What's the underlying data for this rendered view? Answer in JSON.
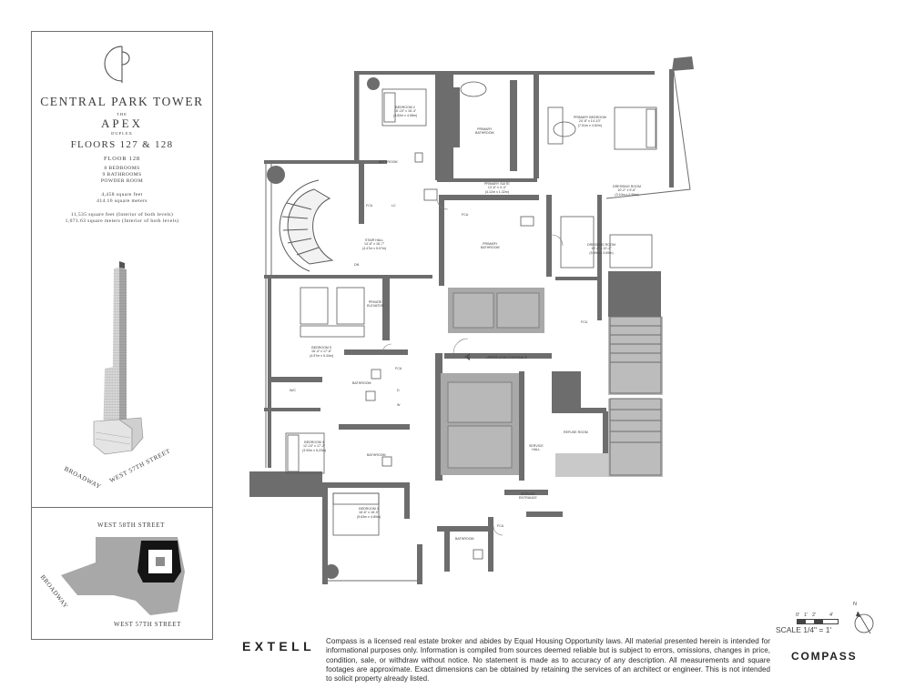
{
  "brand": {
    "monogram": "CP",
    "title": "CENTRAL PARK TOWER",
    "the": "THE",
    "apex": "APEX",
    "duplex": "DUPLEX",
    "floors": "FLOORS 127 & 128",
    "floor": "FLOOR 128",
    "bedrooms": "8 BEDROOMS",
    "bathrooms": "9 BATHROOMS",
    "powder": "POWDER ROOM",
    "sqft": "4,458 square feet",
    "sqm": "414.16 square meters",
    "total_sqft": "11,535 square feet (Interior of both levels)",
    "total_sqm": "1,071.63 square meters (Interior of both levels)"
  },
  "tower_streets": {
    "broadway": "BROADWAY",
    "west57": "WEST 57TH STREET"
  },
  "site_plan": {
    "north": "WEST 58TH STREET",
    "south": "WEST 57TH STREET",
    "west": "BROADWAY"
  },
  "rooms": {
    "bedroom2": [
      "BEDROOM 2",
      "15'-10\" x 16'-4\"",
      "(4.82m x 4.98m)"
    ],
    "primary_bedroom": [
      "PRIMARY BEDROOM",
      "24'-8\" x 14'-10\"",
      "(7.51m x 4.52m)"
    ],
    "primary_bathroom_top": [
      "PRIMARY",
      "BATHROOM"
    ],
    "bathroom_top": [
      "BATHROOM"
    ],
    "primary_suite": [
      "PRIMARY SUITE",
      "13'-6\" x 4'-4\"",
      "(4.12m x 1.32m)"
    ],
    "dressing_room_top": [
      "DRESSING ROOM",
      "10'-2\" x 9'-6\"",
      "(3.10m x 2.90m)"
    ],
    "stair_hall": [
      "STAIR HALL",
      "14'-8\" x 16'-7\"",
      "(4.47m x 5.07m)"
    ],
    "primary_bathroom_mid": [
      "PRIMARY",
      "BATHROOM"
    ],
    "dressing_room_mid": [
      "DRESSING ROOM",
      "19'-4\" x 12'-2\"",
      "(5.89m x 3.69m)"
    ],
    "private_elevator": [
      "PRIVATE",
      "ELEVATOR"
    ],
    "bedroom5": [
      "BEDROOM 5",
      "16'-4\" x 17'-6\"",
      "(4.97m x 5.34m)"
    ],
    "upper_entrance": [
      "UPPER LEVEL ENTRANCE"
    ],
    "bathroom_mid": [
      "BATHROOM"
    ],
    "wic": [
      "W/C"
    ],
    "refuse": [
      "REFUSE ROOM"
    ],
    "bedroom4": [
      "BEDROOM 4",
      "12'-10\" x 17'-2\"",
      "(3.92m x 5.23m)"
    ],
    "bathroom_b4": [
      "BATHROOM"
    ],
    "service_hall": [
      "SERVICE",
      "HALL"
    ],
    "service_entrance": [
      "SERVICE",
      "ENTRANCE"
    ],
    "bedroom3": [
      "BEDROOM 3",
      "18'-6\" x 16'-0\"",
      "(5.63m x 4.89m)"
    ],
    "bathroom_b3": [
      "BATHROOM"
    ],
    "fcu": "FCU",
    "lc": "LC",
    "d": "D",
    "w": "W",
    "dn": "DN"
  },
  "scale": {
    "ticks": [
      "0'",
      "1'",
      "2'",
      "4'"
    ],
    "label": "SCALE 1/4\" = 1'",
    "north": "N"
  },
  "footer": {
    "developer": "EXTELL",
    "broker": "COMPASS",
    "disclaimer": "Compass is a licensed real estate broker and abides by Equal Housing Opportunity laws. All material presented herein is intended for informational purposes only. Information is compiled from sources deemed reliable but is subject to errors, omissions, changes in price, condition, sale, or withdraw without notice. No statement is made as to accuracy of any description. All measurements and square footages are approximate. Exact dimensions can be obtained by retaining the services of an architect or engineer. This is not intended to solicit property already listed."
  },
  "colors": {
    "wall": "#6d6d6d",
    "core": "#a9a9a9",
    "corePale": "#c9c9c9",
    "line": "#555555"
  }
}
